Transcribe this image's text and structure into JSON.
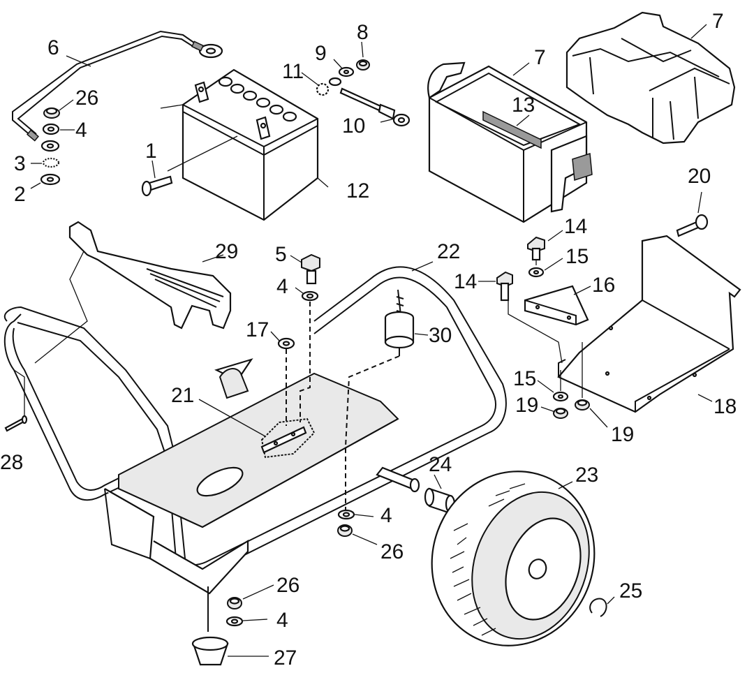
{
  "callouts": {
    "c1": "1",
    "c2": "2",
    "c3": "3",
    "c4a": "4",
    "c4b": "4",
    "c4c": "4",
    "c4d": "4",
    "c5": "5",
    "c6": "6",
    "c7a": "7",
    "c7b": "7",
    "c8": "8",
    "c9": "9",
    "c10": "10",
    "c11": "11",
    "c12": "12",
    "c13": "13",
    "c14a": "14",
    "c14b": "14",
    "c15a": "15",
    "c15b": "15",
    "c16": "16",
    "c17": "17",
    "c18": "18",
    "c19a": "19",
    "c19b": "19",
    "c20": "20",
    "c21": "21",
    "c22": "22",
    "c23": "23",
    "c24": "24",
    "c25": "25",
    "c26a": "26",
    "c26b": "26",
    "c26c": "26",
    "c27": "27",
    "c28": "28",
    "c29": "29",
    "c30": "30"
  }
}
